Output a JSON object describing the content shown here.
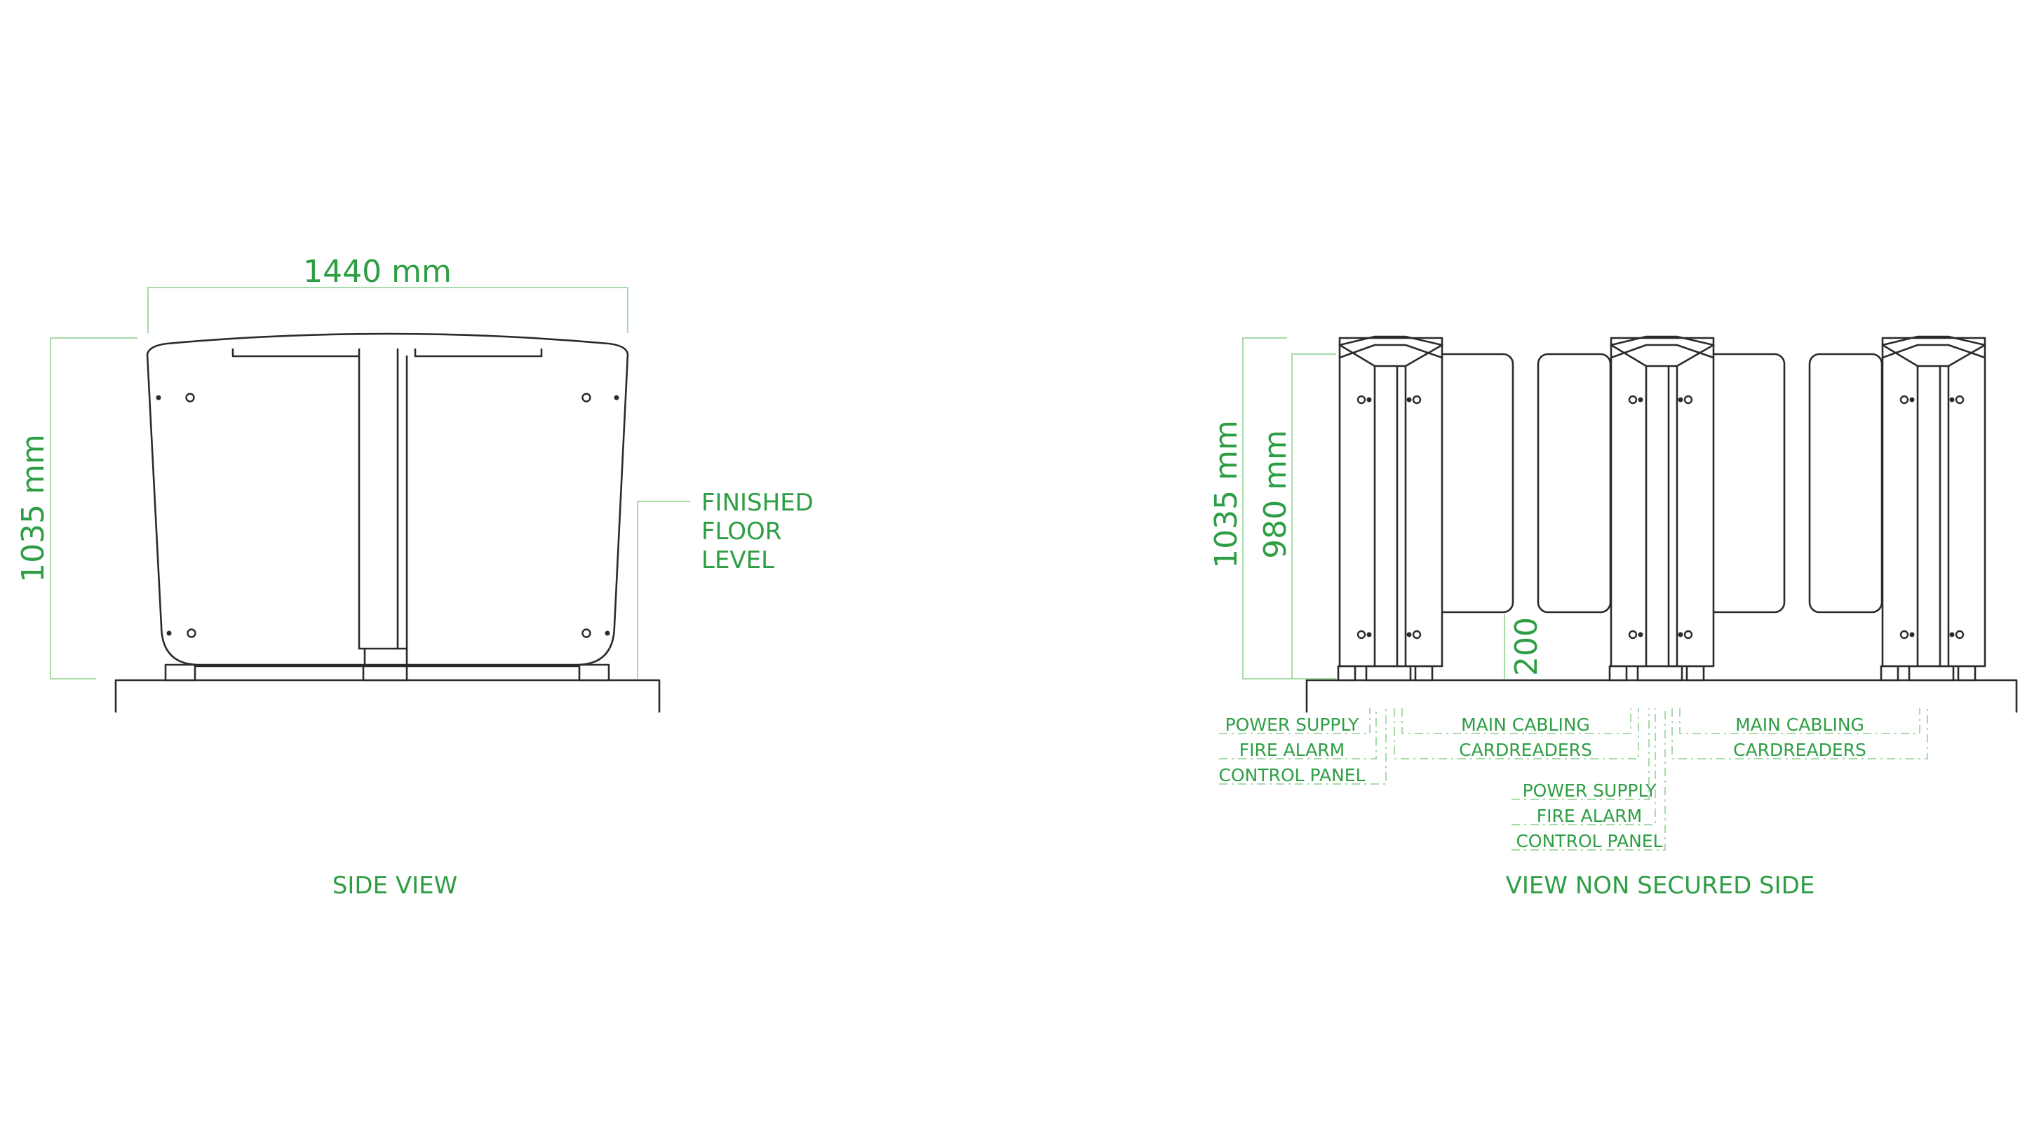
{
  "side_view": {
    "caption": "SIDE VIEW",
    "width_dim": "1440 mm",
    "height_dim": "1035 mm",
    "floor_label": [
      "FINISHED",
      "FLOOR",
      "LEVEL"
    ]
  },
  "front_view": {
    "caption": "VIEW NON SECURED SIDE",
    "height_dim": "1035 mm",
    "cabinet_height_dim": "980 mm",
    "gap_dim": "200",
    "labels": {
      "left_group": [
        "POWER SUPPLY",
        "FIRE ALARM",
        "CONTROL PANEL"
      ],
      "mid_group": [
        "MAIN CABLING",
        "CARDREADERS"
      ],
      "center_group": [
        "POWER SUPPLY",
        "FIRE ALARM",
        "CONTROL PANEL"
      ],
      "right_group": [
        "MAIN CABLING",
        "CARDREADERS"
      ]
    }
  },
  "colors": {
    "line": "#2b2b2b",
    "dimension_text": "#2e9e44",
    "dimension_line": "#a8dba8"
  }
}
